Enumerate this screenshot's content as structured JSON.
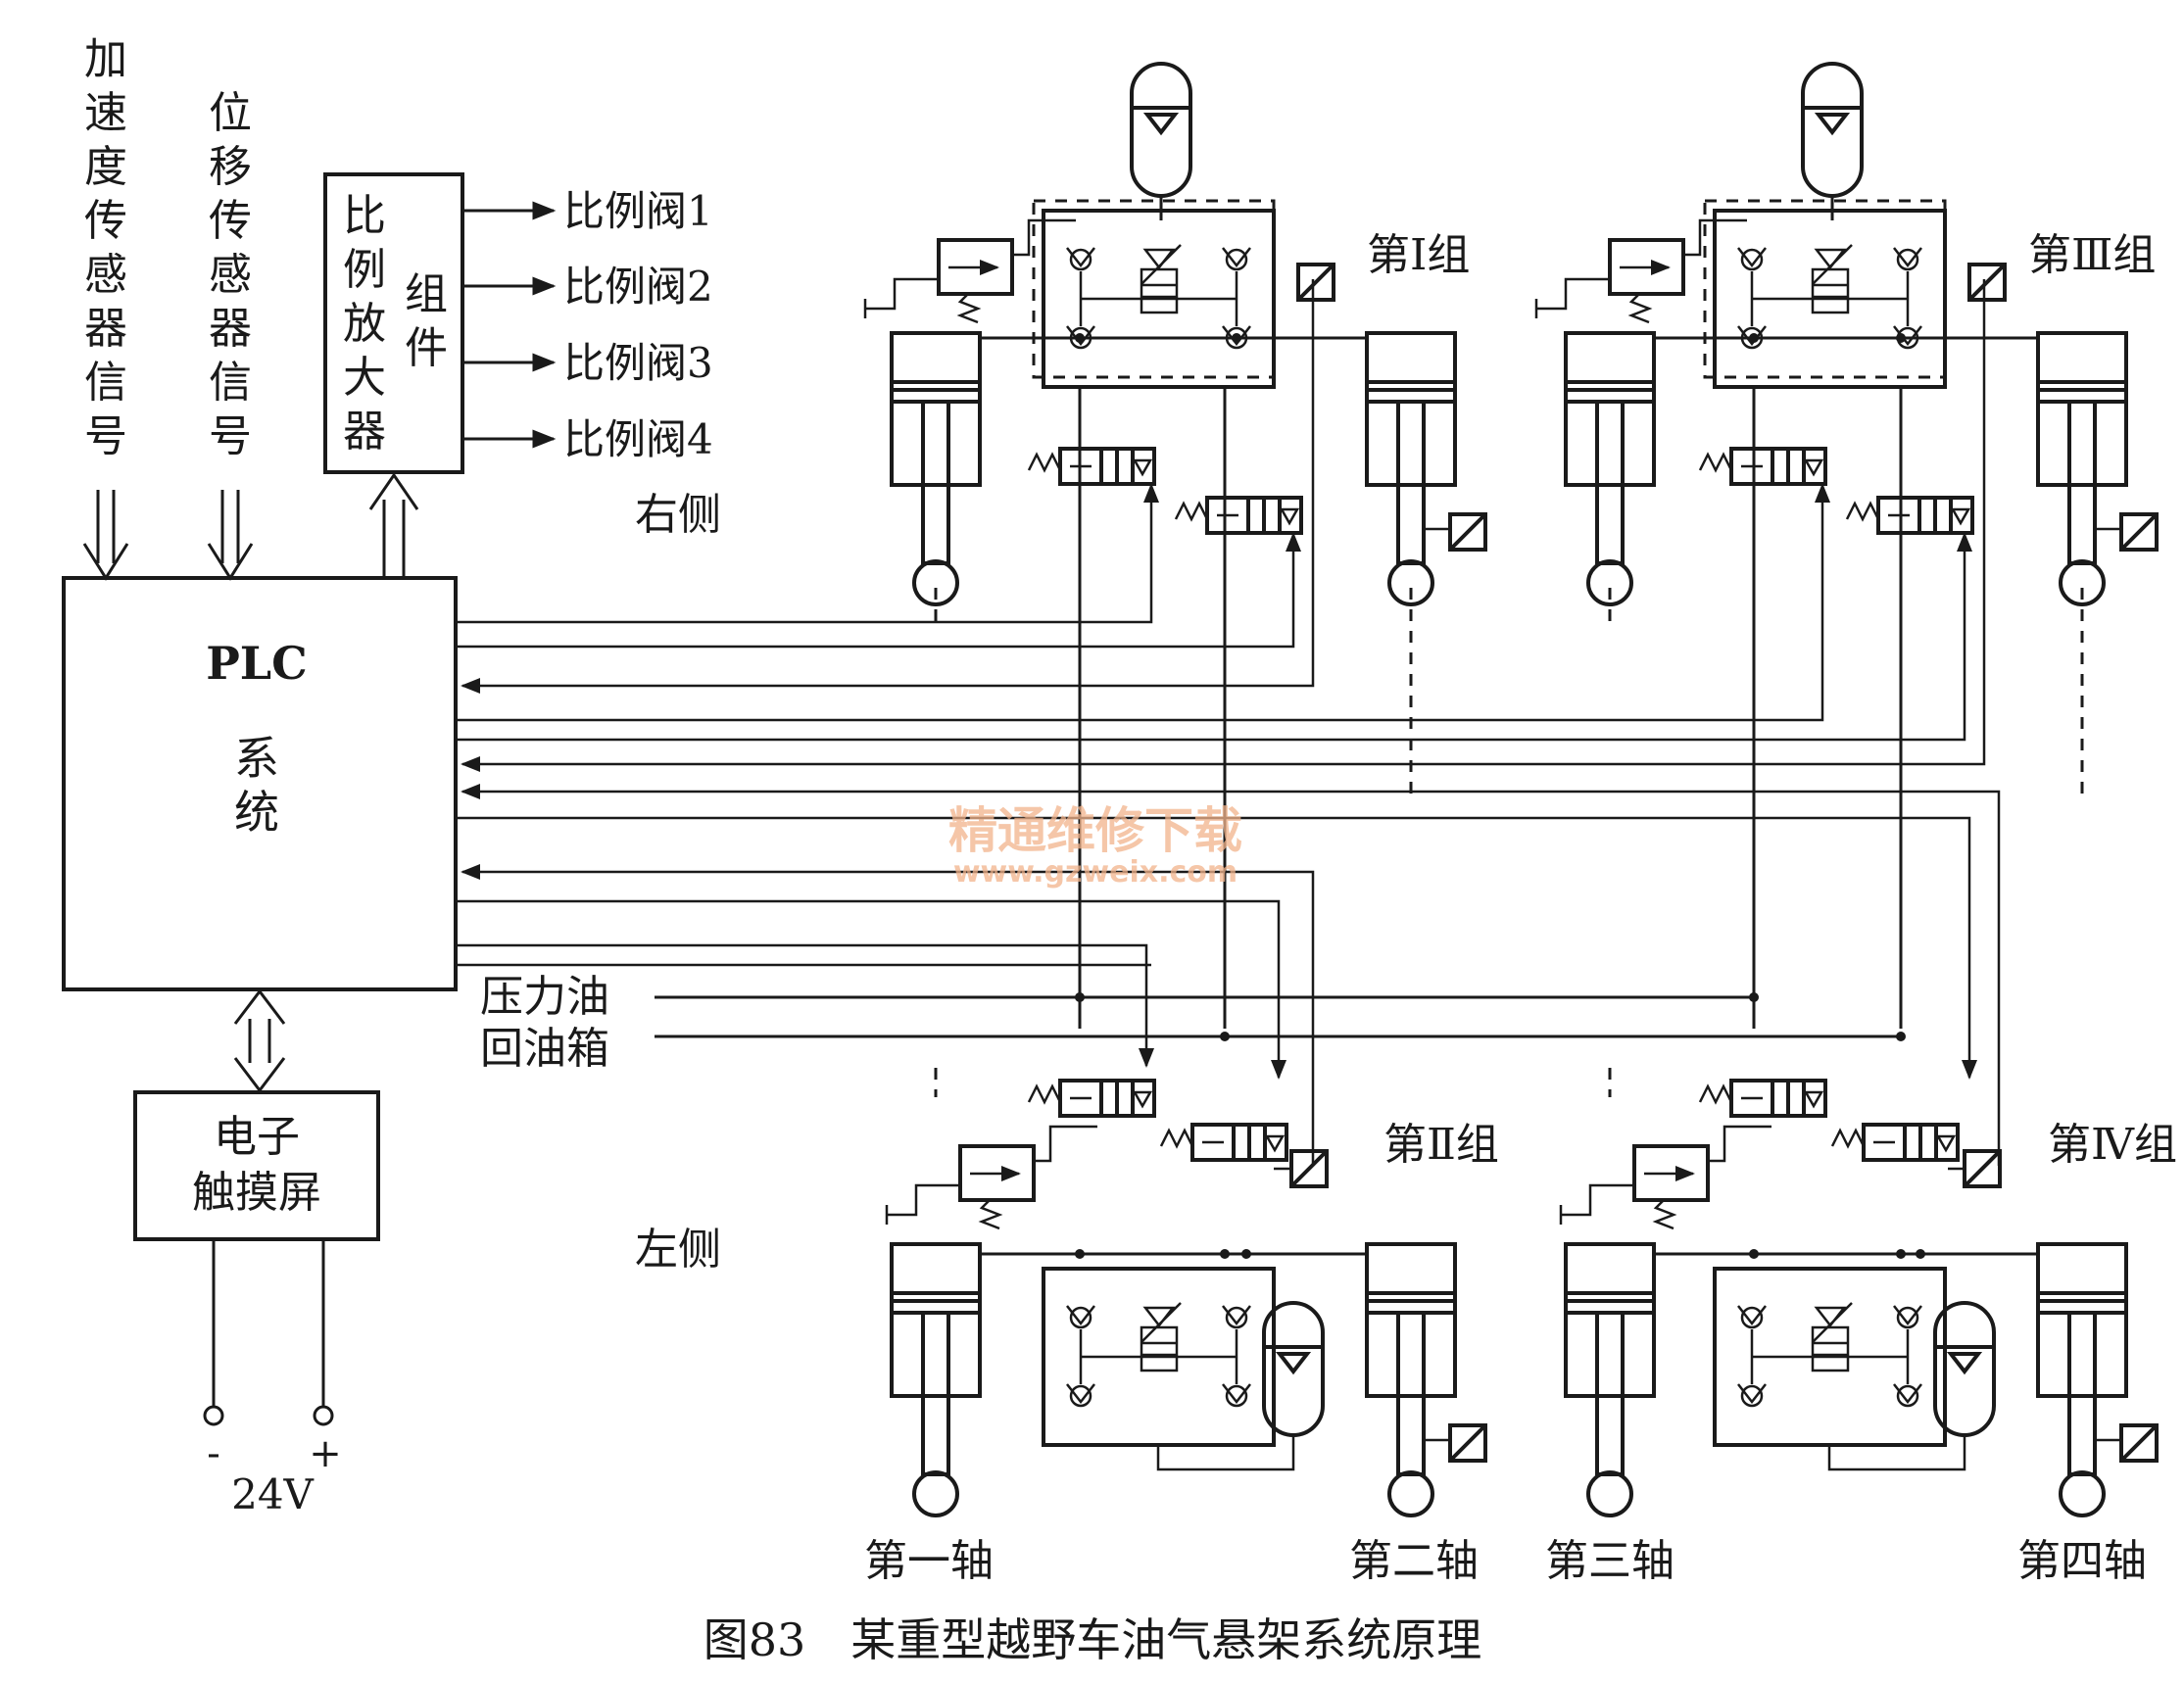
{
  "inputs": {
    "accel_signal": "加速度传感器信号",
    "disp_signal": "位移传感器信号"
  },
  "amplifier": {
    "label_left": "比例放大器",
    "label_right": "组件"
  },
  "valve_outputs": [
    "比例阀1",
    "比例阀2",
    "比例阀3",
    "比例阀4"
  ],
  "plc": {
    "title": "PLC",
    "subtitle": "系统"
  },
  "touchscreen": {
    "line1": "电子",
    "line2": "触摸屏"
  },
  "power": {
    "minus": "-",
    "plus": "+",
    "voltage": "24V"
  },
  "side_labels": {
    "right": "右侧",
    "left": "左侧"
  },
  "oil_lines": {
    "pressure": "压力油",
    "return": "回油箱"
  },
  "groups": {
    "g1": "第Ⅰ组",
    "g2": "第Ⅱ组",
    "g3": "第Ⅲ组",
    "g4": "第Ⅳ组"
  },
  "axles": [
    "第一轴",
    "第二轴",
    "第三轴",
    "第四轴"
  ],
  "watermark": {
    "line1": "精通维修下载",
    "line2": "www.gzweix.com"
  },
  "caption": "图83　某重型越野车油气悬架系统原理"
}
